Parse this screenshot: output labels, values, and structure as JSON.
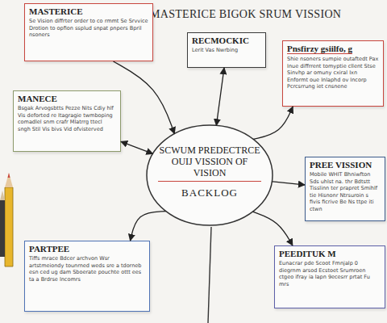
{
  "diagram": {
    "title": "MASTERICE BIGOK SRUM VISSION",
    "nodes": [
      {
        "text": [
          "MASTERICE",
          "Se Vision diffrter order to co rmmt Se Srvvice Drotion to opfion ssplud snpat pnpers Bpril nsoners"
        ]
      },
      {
        "text": [
          "RECMOCKIC",
          "Lerit Vas Nwrbing"
        ]
      },
      {
        "text": [
          "Pnsfirzy gsiilfo, g",
          "Shie nsoners sumpie outaftedt Pax Inue diffrrent tomyptie cllent Stse Sinvhp ar omuny cxiral Ixn Enformt oue Inlaphd ov Incorp Pcrcsrrung iet cnsnene"
        ]
      },
      {
        "text": [
          "MANECE",
          "Bsgak Arvogsbtts Pezze Nits Cdiy hlf Vis deforted re Itagragie twmboping comadlel snm crafr Mlatrrg ttecl sngh Stil Vis bivs Vid ofvisterved"
        ]
      },
      {
        "text": [
          "SCWUM PREDECTRCE OUIJ VISSION OF VISION",
          "BACKLOG"
        ]
      },
      {
        "text": [
          "PREE VISSION",
          "Mobile WHIT Bhniwfton Sds uhlst na. thr Bdtstt Tisslinn ter prapret Smihlf tie Hisnonr Ntrsuroin s fivis ficrive Be Ns ttpe iti ctwn"
        ]
      },
      {
        "text": [
          "PARTPEE",
          "Tiffs mrace Bdcer archvon Wsr artstmeiondy tounrned weds sre a tdorneb esn ced ug dam Sboerate pouchte ottt ees ta a Brdrse lncomrs"
        ]
      },
      {
        "text": [
          "PEEDITUK M",
          "Eunacrar pde Scoot Fmnjalp 0 diegrnm arsod Ecstoet Srumroen ctgeo ifray ia lapn 9ecesrr prtat Fu mrs"
        ]
      }
    ],
    "edges": [
      {
        "from": 0,
        "to": 4,
        "arrow": "to"
      },
      {
        "from": 1,
        "to": 4,
        "arrow": "both"
      },
      {
        "from": 4,
        "to": 2,
        "arrow": "to"
      },
      {
        "from": 3,
        "to": 4,
        "arrow": "both"
      },
      {
        "from": 4,
        "to": 5,
        "arrow": "to"
      },
      {
        "from": 4,
        "to": 6,
        "arrow": "to"
      },
      {
        "from": 4,
        "to": 7,
        "arrow": "to"
      }
    ]
  }
}
